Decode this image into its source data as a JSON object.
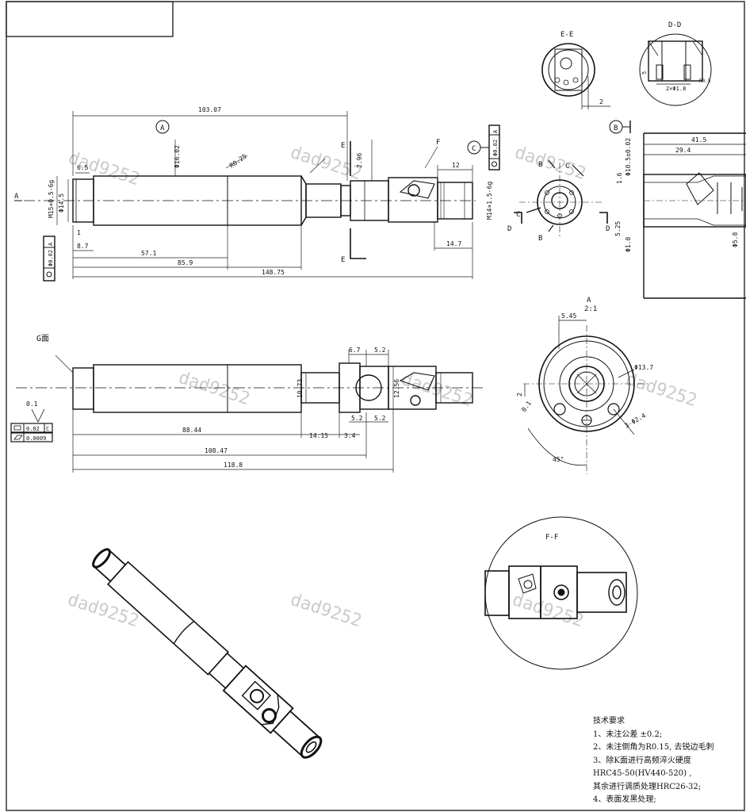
{
  "section_labels": {
    "ee": "E-E",
    "dd": "D-D",
    "ff": "F-F",
    "detail_a": "A",
    "detail_a_scale": "2:1",
    "g_face": "G面"
  },
  "markers": {
    "a": "A",
    "b": "B",
    "c": "C",
    "d": "D",
    "e": "E",
    "f": "F"
  },
  "view1_dims": {
    "overall_top": "103.07",
    "d65": "6.5",
    "d87": "8.7",
    "d571": "57.1",
    "d859": "85.9",
    "d14875": "148.75",
    "d147": "14.7",
    "d12": "12",
    "thread_left": "M15×0.5-6g",
    "dia_left": "Φ14.5",
    "thread_right": "M14×1.5-6g",
    "dia_mid": "Φ16.02",
    "r025": "R0.25",
    "d296": "2.96",
    "tol_top": "Φ0.02",
    "tol_top_ref": "A",
    "tol_left": "Φ0.02",
    "tol_left_ref": "A",
    "d1": "1"
  },
  "section_b_dims": {
    "d415": "41.5",
    "d294": "29.4",
    "dia105": "Φ10.5±0.02",
    "d16": "1.6",
    "dia18": "Φ1.8",
    "dia58": "Φ5.8",
    "d525": "5.25"
  },
  "view2_dims": {
    "d67": "6.7",
    "d52a": "5.2",
    "d52b": "5.2",
    "d52c": "5.2",
    "d1073": "10.73",
    "d1256": "12.56",
    "d8844": "88.44",
    "d1415": "14.15",
    "d34": "3.4",
    "d10847": "108.47",
    "d1188": "118.8",
    "d01": "0.1",
    "fcf1_val": "0.02",
    "fcf1_ref": "C",
    "fcf2_val": "0.0009"
  },
  "detail_a_dims": {
    "d545": "5.45",
    "dia137": "Φ13.7",
    "d2": "2",
    "d01": "0.1",
    "ang": "45°",
    "hole": "3-Φ2.4"
  },
  "ee_dims": {
    "d2": "2"
  },
  "dd_dims": {
    "d5": "5",
    "d218": "2×Φ1.8",
    "r05": "R0.5"
  },
  "notes": {
    "title": "技术要求",
    "items": [
      "1、未注公差 ±0.2;",
      "2、未注倒角为R0.15, 去锐边毛刺",
      "3、除K面进行高频淬火硬度",
      "HRC45-50(HV440-520) ,",
      "    其余进行调质处理HRC26-32;",
      "4、表面发黑处理;"
    ]
  },
  "watermark": "dad9252"
}
